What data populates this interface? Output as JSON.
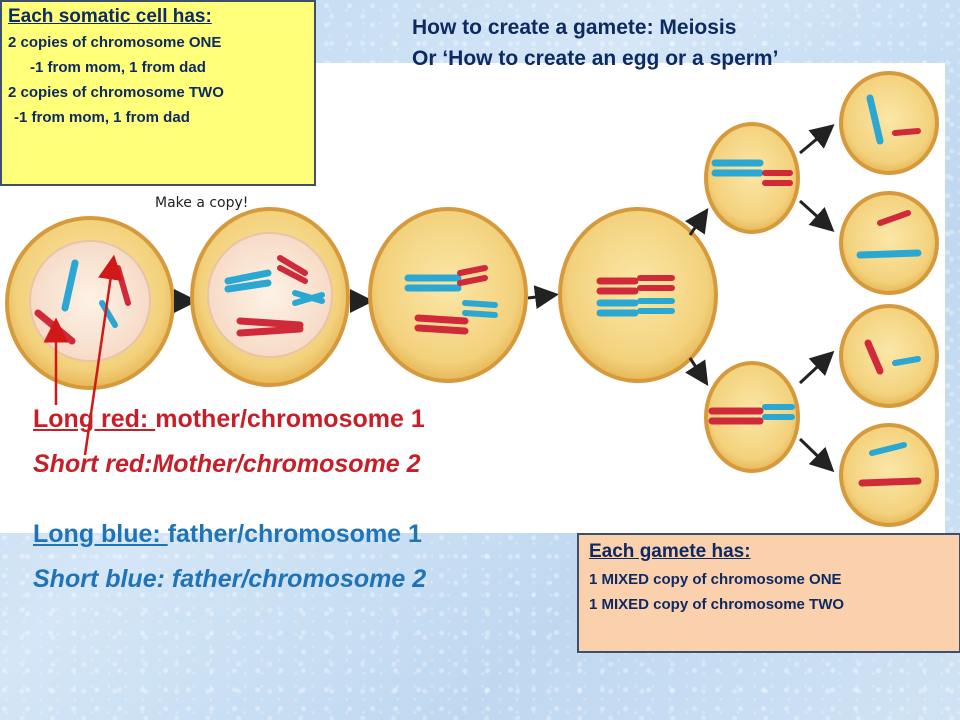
{
  "somatic_box": {
    "heading": "Each somatic cell has:",
    "lines": [
      "2 copies of chromosome ONE",
      "  -1 from mom, 1 from dad",
      "2 copies of chromosome TWO",
      " -1 from mom, 1 from dad"
    ]
  },
  "title": {
    "line1": "How to create a gamete: Meiosis",
    "line2": "Or ‘How to create an egg or a sperm’"
  },
  "make_copy": "Make a copy!",
  "legend": {
    "long_red_key": "Long red: ",
    "long_red_value": "mother/chromosome 1",
    "short_red": "Short red:Mother/chromosome 2",
    "long_blue_key": "Long blue: ",
    "long_blue_value": "father/chromosome 1",
    "short_blue": "Short blue: father/chromosome 2"
  },
  "gamete_box": {
    "heading": "Each gamete has:",
    "lines": [
      "1 MIXED copy of chromosome ONE",
      "1 MIXED copy of chromosome TWO"
    ]
  },
  "colors": {
    "mother_red": "#d02a3a",
    "father_blue": "#2aa7d3",
    "cell_fill": "#f5d98a",
    "cell_border": "#d69a3c"
  }
}
